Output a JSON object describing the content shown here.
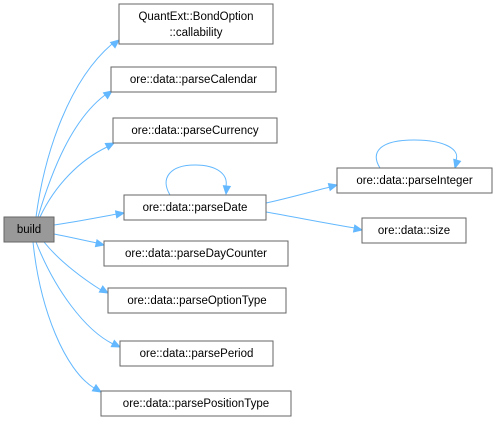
{
  "graph": {
    "root": {
      "id": "build",
      "label": "build"
    },
    "nodes": [
      {
        "id": "bondoption",
        "lines": [
          "QuantExt::BondOption",
          "::callability"
        ]
      },
      {
        "id": "parseCalendar",
        "lines": [
          "ore::data::parseCalendar"
        ]
      },
      {
        "id": "parseCurrency",
        "lines": [
          "ore::data::parseCurrency"
        ]
      },
      {
        "id": "parseDate",
        "lines": [
          "ore::data::parseDate"
        ]
      },
      {
        "id": "parseInteger",
        "lines": [
          "ore::data::parseInteger"
        ]
      },
      {
        "id": "size",
        "lines": [
          "ore::data::size"
        ]
      },
      {
        "id": "parseDayCounter",
        "lines": [
          "ore::data::parseDayCounter"
        ]
      },
      {
        "id": "parseOptionType",
        "lines": [
          "ore::data::parseOptionType"
        ]
      },
      {
        "id": "parsePeriod",
        "lines": [
          "ore::data::parsePeriod"
        ]
      },
      {
        "id": "parsePositionType",
        "lines": [
          "ore::data::parsePositionType"
        ]
      }
    ],
    "edges": [
      [
        "build",
        "bondoption"
      ],
      [
        "build",
        "parseCalendar"
      ],
      [
        "build",
        "parseCurrency"
      ],
      [
        "build",
        "parseDate"
      ],
      [
        "build",
        "parseDayCounter"
      ],
      [
        "build",
        "parseOptionType"
      ],
      [
        "build",
        "parsePeriod"
      ],
      [
        "build",
        "parsePositionType"
      ],
      [
        "parseDate",
        "parseDate"
      ],
      [
        "parseDate",
        "parseInteger"
      ],
      [
        "parseDate",
        "size"
      ],
      [
        "parseInteger",
        "parseInteger"
      ]
    ],
    "colors": {
      "edge": "#63b8ff",
      "root_fill": "#999999",
      "node_border": "#666666"
    }
  }
}
